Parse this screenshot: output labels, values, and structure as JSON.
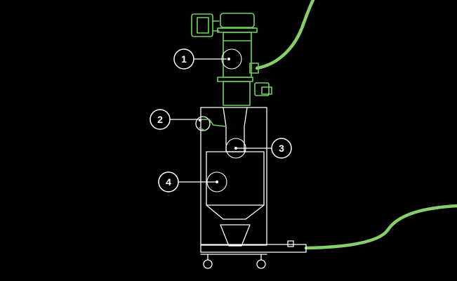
{
  "colors": {
    "background": "#000000",
    "outline": "#ffffff",
    "accent": "#6fd15c",
    "hose": "#86cf6c"
  },
  "callouts": [
    {
      "id": "1",
      "label": "1"
    },
    {
      "id": "2",
      "label": "2"
    },
    {
      "id": "3",
      "label": "3"
    },
    {
      "id": "4",
      "label": "4"
    }
  ]
}
